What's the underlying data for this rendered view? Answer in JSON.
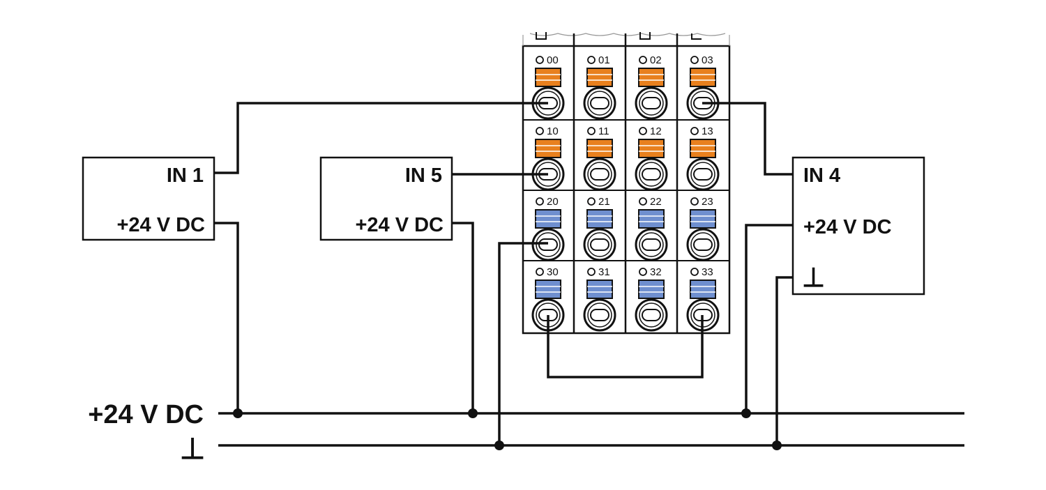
{
  "devices": {
    "in1": {
      "signal_label": "IN 1",
      "supply_label": "+24 V DC"
    },
    "in5": {
      "signal_label": "IN 5",
      "supply_label": "+24 V DC"
    },
    "in4": {
      "signal_label": "IN 4",
      "supply_label": "+24 V DC",
      "ground_symbol": "⊥"
    }
  },
  "rails": {
    "supply_label": "+24 V DC",
    "ground_symbol": "⊥"
  },
  "module": {
    "rows": [
      {
        "terminals": [
          "00",
          "01",
          "02",
          "03"
        ],
        "latch_color": "#e8801e"
      },
      {
        "terminals": [
          "10",
          "11",
          "12",
          "13"
        ],
        "latch_color": "#e8801e"
      },
      {
        "terminals": [
          "20",
          "21",
          "22",
          "23"
        ],
        "latch_color": "#6f8fcf"
      },
      {
        "terminals": [
          "30",
          "31",
          "32",
          "33"
        ],
        "latch_color": "#6f8fcf"
      }
    ]
  },
  "colors": {
    "wire": "#111111",
    "input_latch": "#e8801e",
    "supply_latch": "#6f8fcf"
  }
}
